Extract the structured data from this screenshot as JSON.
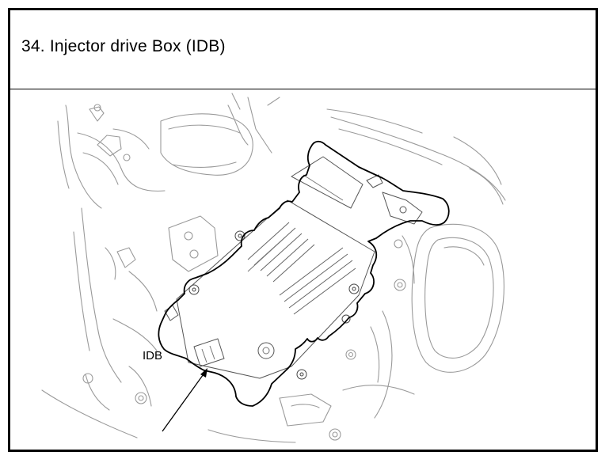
{
  "page": {
    "title": "34. Injector drive Box (IDB)"
  },
  "diagram": {
    "callout_label": "IDB",
    "component": "injector-drive-box",
    "stroke_color": "#000000",
    "detail_color": "#9a9a9a"
  }
}
